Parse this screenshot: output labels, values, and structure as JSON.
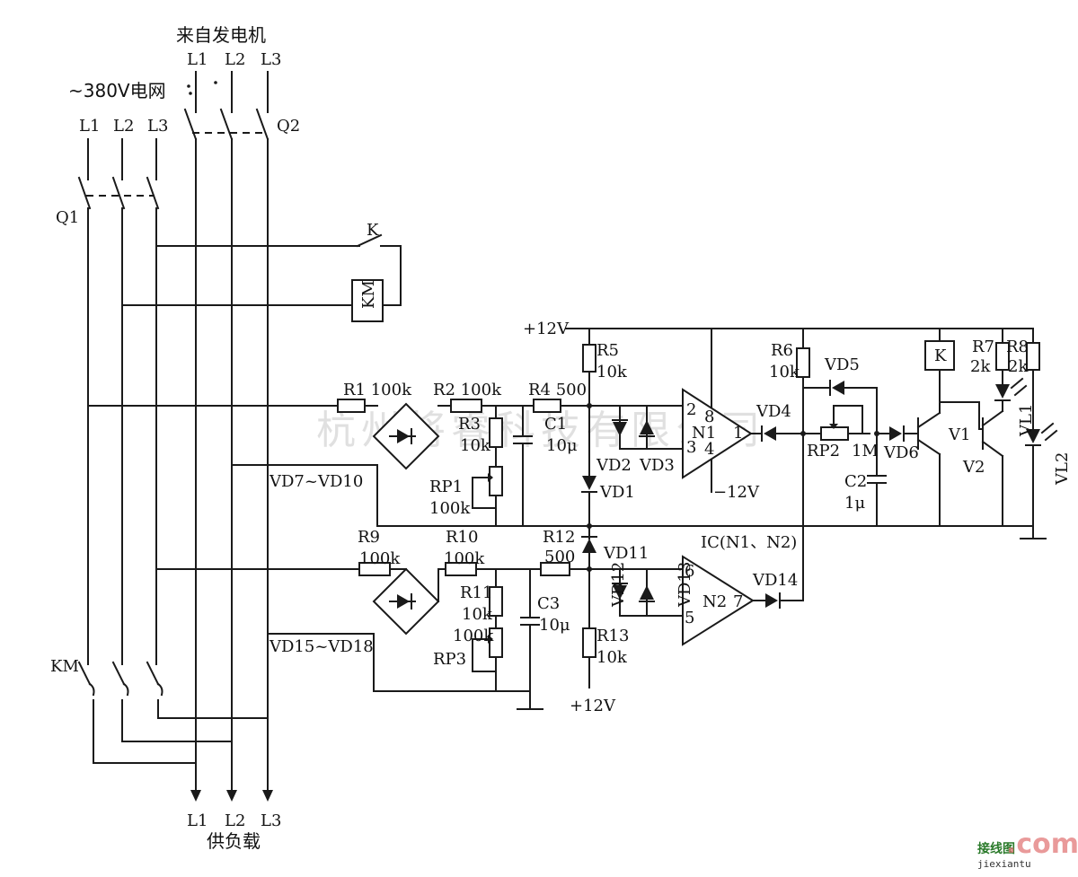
{
  "power": {
    "generator_title": "来自发电机",
    "gen_phases": [
      "L1",
      "L2",
      "L3"
    ],
    "grid_title": "~380V电网",
    "grid_phases": [
      "L1",
      "L2",
      "L3"
    ],
    "load_phases": [
      "L1",
      "L2",
      "L3"
    ],
    "load_title": "供负载",
    "switch_q1": "Q1",
    "switch_q2": "Q2",
    "contactor_km": "KM",
    "relay_k": "K",
    "km_coil": "KM"
  },
  "components": {
    "r1": "R1 100k",
    "r2": "R2 100k",
    "r3_name": "R3",
    "r3_val": "10k",
    "rp1_name": "RP1",
    "rp1_val": "100k",
    "r4": "R4 500",
    "c1_name": "C1",
    "c1_val": "10μ",
    "r5_name": "R5",
    "r5_val": "10k",
    "vd1": "VD1",
    "vd2": "VD2",
    "vd3": "VD3",
    "n1": "N1",
    "pin2": "2",
    "pin8": "8",
    "pin1": "1",
    "pin3": "3",
    "pin4": "4",
    "neg12": "−12V",
    "vd4": "VD4",
    "pos12_top": "+12V",
    "r6_name": "R6",
    "r6_val": "10k",
    "vd5": "VD5",
    "rp2": "RP2",
    "rp2_val": "1M",
    "vd6": "VD6",
    "c2_name": "C2",
    "c2_val": "1μ",
    "k_coil": "K",
    "r7_name": "R7",
    "r7_val": "2k",
    "r8_name": "R8",
    "r8_val": "2k",
    "v1": "V1",
    "v2": "V2",
    "vl1": "VL1",
    "vl2": "VL2",
    "bridge1": "VD7~VD10",
    "r9_name": "R9",
    "r9_val": "100k",
    "r10_name": "R10",
    "r10_val": "100k",
    "r11_name": "R11",
    "r11_val": "10k",
    "rp3_val": "100k",
    "rp3_name": "RP3",
    "r12_name": "R12",
    "r12_val": "500",
    "c3_name": "C3",
    "c3_val": "10μ",
    "vd11": "VD11",
    "vd12": "VD12",
    "vd13": "VD13",
    "r13_name": "R13",
    "r13_val": "10k",
    "pos12_bot": "+12V",
    "ic": "IC(N1、N2)",
    "n2": "N2",
    "pin6": "6",
    "pin7": "7",
    "pin5": "5",
    "vd14": "VD14",
    "bridge2": "VD15~VD18"
  },
  "watermark": "杭州将睿科技有限公司",
  "logo": {
    "cn": "接线图",
    "com": ".com",
    "url": "jiexiantu"
  }
}
